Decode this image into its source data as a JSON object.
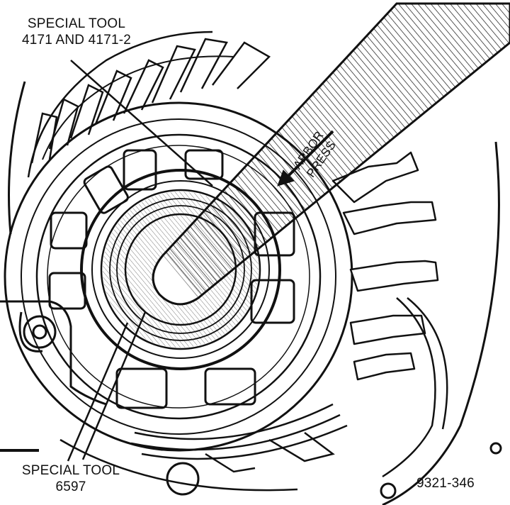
{
  "labels": {
    "tool_top_line1": "SPECIAL TOOL",
    "tool_top_line2": "4171 AND 4171-2",
    "arbor_line1": "ARBOR",
    "arbor_line2": "PRESS",
    "tool_bottom_line1": "SPECIAL TOOL",
    "tool_bottom_line2": "6597",
    "figure_number": "9321-346"
  },
  "colors": {
    "ink": "#111111",
    "paper": "#ffffff"
  }
}
